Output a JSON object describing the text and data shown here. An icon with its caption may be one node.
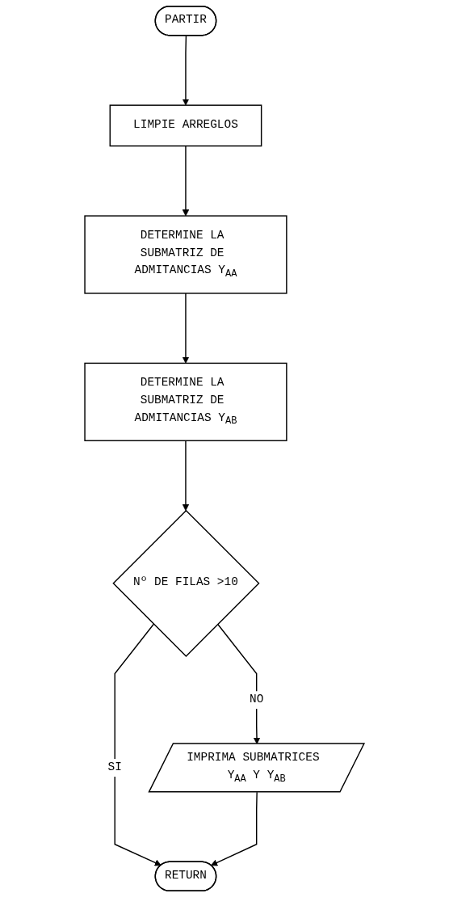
{
  "diagram": {
    "nodes": [
      {
        "text": [
          "PARTIR"
        ]
      },
      {
        "text": [
          "LIMPIE ARREGLOS"
        ]
      },
      {
        "text": [
          "DETERMINE LA SUBMATRIZ DE ADMITANCIAS Y$_{AA}$"
        ]
      },
      {
        "text": [
          "DETERMINE LA SUBMATRIZ DE ADMITANCIAS Y$_{AB}$"
        ]
      },
      {
        "text": [
          "Nº DE FILAS >10"
        ]
      },
      {
        "text": [
          "IMPRIMA SUBMATRICES Y$_{AA}$ Y Y$_{AB}$"
        ]
      },
      {
        "text": [
          "RETURN"
        ]
      }
    ],
    "edges": [
      {
        "from": 0,
        "to": 1,
        "arrow": "to"
      },
      {
        "from": 1,
        "to": 2,
        "arrow": "to"
      },
      {
        "from": 2,
        "to": 3,
        "arrow": "to"
      },
      {
        "from": 3,
        "to": 4,
        "arrow": "to"
      },
      {
        "from": 4,
        "to": 5,
        "label": "NO",
        "arrow": "to"
      },
      {
        "from": 4,
        "to": 6,
        "label": "SI",
        "arrow": "to"
      },
      {
        "from": 5,
        "to": 6,
        "arrow": "to"
      }
    ]
  }
}
